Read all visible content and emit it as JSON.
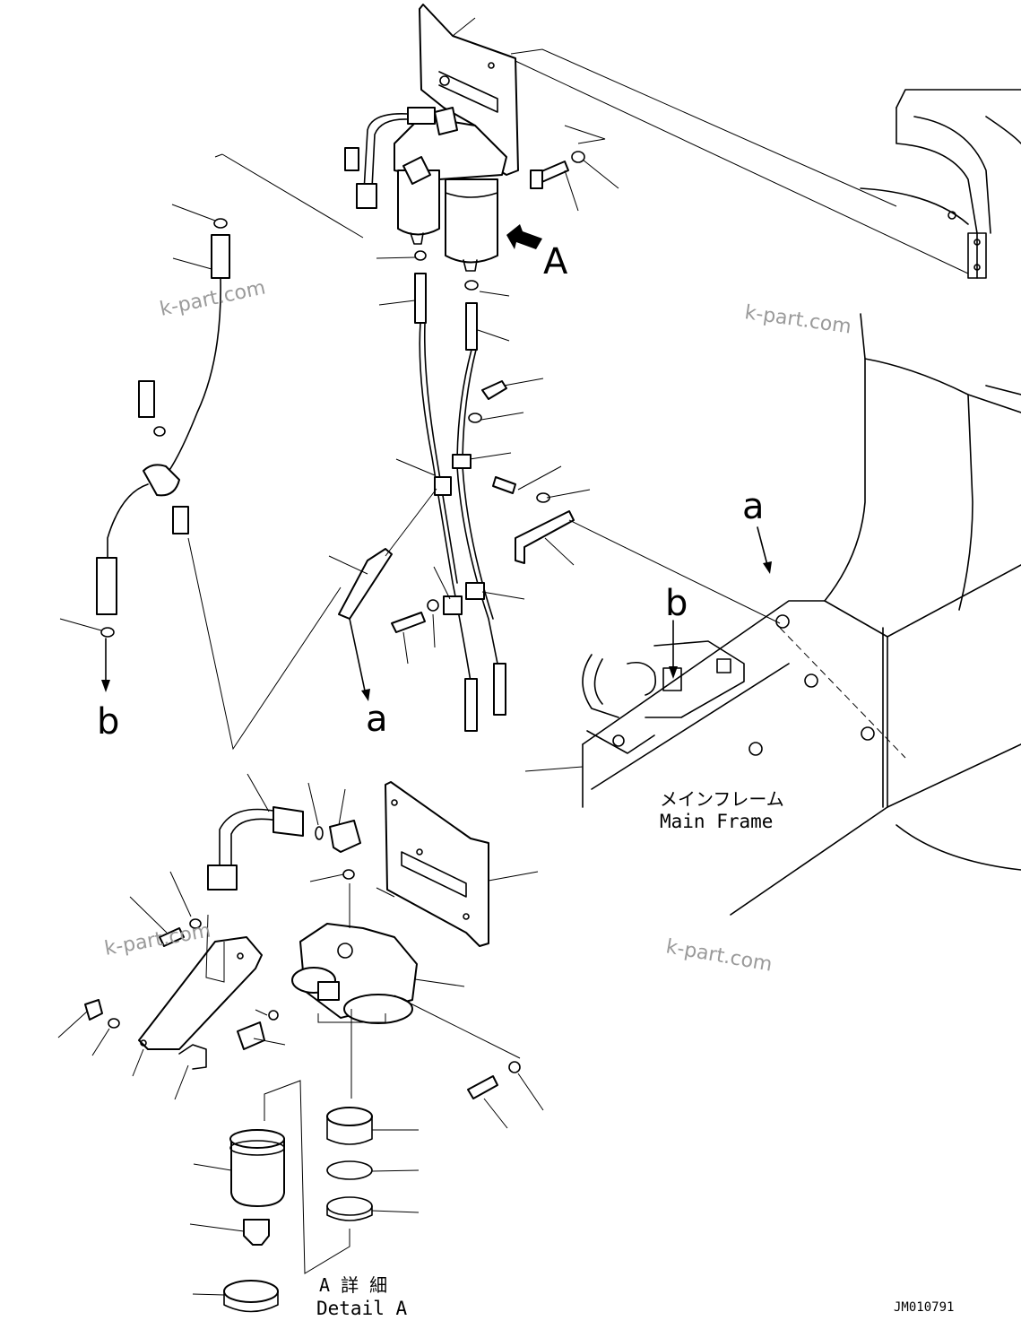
{
  "watermarks": [
    "k-part.com",
    "k-part.com",
    "k-part.com",
    "k-part.com"
  ],
  "view_marker": "A",
  "ref_labels": {
    "a_top": "a",
    "a_bottom": "a",
    "b_top": "b",
    "b_bottom": "b"
  },
  "main_frame": {
    "jp": "メインフレーム",
    "en": "Main Frame"
  },
  "detail": {
    "jp": "A 詳 細",
    "en": "Detail A"
  },
  "drawing_code": "JM010791"
}
